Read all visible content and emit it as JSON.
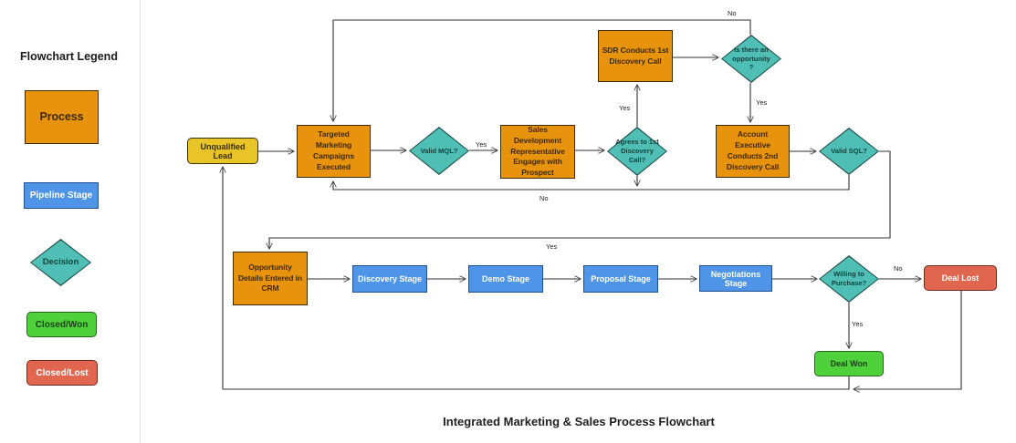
{
  "title": "Integrated Marketing & Sales Process Flowchart",
  "legend": {
    "title": "Flowchart Legend",
    "items": [
      {
        "label": "Process"
      },
      {
        "label": "Pipeline Stage"
      },
      {
        "label": "Decision"
      },
      {
        "label": "Closed/Won"
      },
      {
        "label": "Closed/Lost"
      }
    ]
  },
  "colors": {
    "process_fill": "#e8930e",
    "stage_fill": "#4e95e8",
    "decision_fill": "#4fbfb5",
    "won_fill": "#4ed13b",
    "lost_fill": "#e0664f",
    "start_fill": "#e9c428",
    "line": "#333333"
  },
  "nodes": {
    "unqualified_lead": {
      "label": "Unqualified Lead"
    },
    "targeted_marketing": {
      "label": "Targeted Marketing Campaigns Executed"
    },
    "valid_mql": {
      "label": "Valid MQL?"
    },
    "sales_dev": {
      "label": "Sales Development Representative Engages with Prospect"
    },
    "agrees_call": {
      "label": "Agrees to 1st Discovery Call?"
    },
    "sdr_call": {
      "label": "SDR Conducts 1st Discovery Call"
    },
    "opportunity": {
      "label": "Is there an opportunity ?"
    },
    "account_exec": {
      "label": "Account Executive Conducts 2nd Discovery Call"
    },
    "valid_sql": {
      "label": "Valid SQL?"
    },
    "opp_details": {
      "label": "Opportunity Details Entered in CRM"
    },
    "discovery_stage": {
      "label": "Discovery Stage"
    },
    "demo_stage": {
      "label": "Demo Stage"
    },
    "proposal_stage": {
      "label": "Proposal Stage"
    },
    "negotiations_stage": {
      "label": "Negotiations Stage"
    },
    "willing_purchase": {
      "label": "Willing to Purchase?"
    },
    "deal_lost": {
      "label": "Deal Lost"
    },
    "deal_won": {
      "label": "Deal Won"
    }
  },
  "edge_labels": {
    "no_opportunity_top": "No",
    "yes_mql": "Yes",
    "yes_agrees": "Yes",
    "yes_opportunity": "Yes",
    "no_sql_return": "No",
    "yes_sql": "Yes",
    "no_willing": "No",
    "yes_willing": "Yes"
  }
}
